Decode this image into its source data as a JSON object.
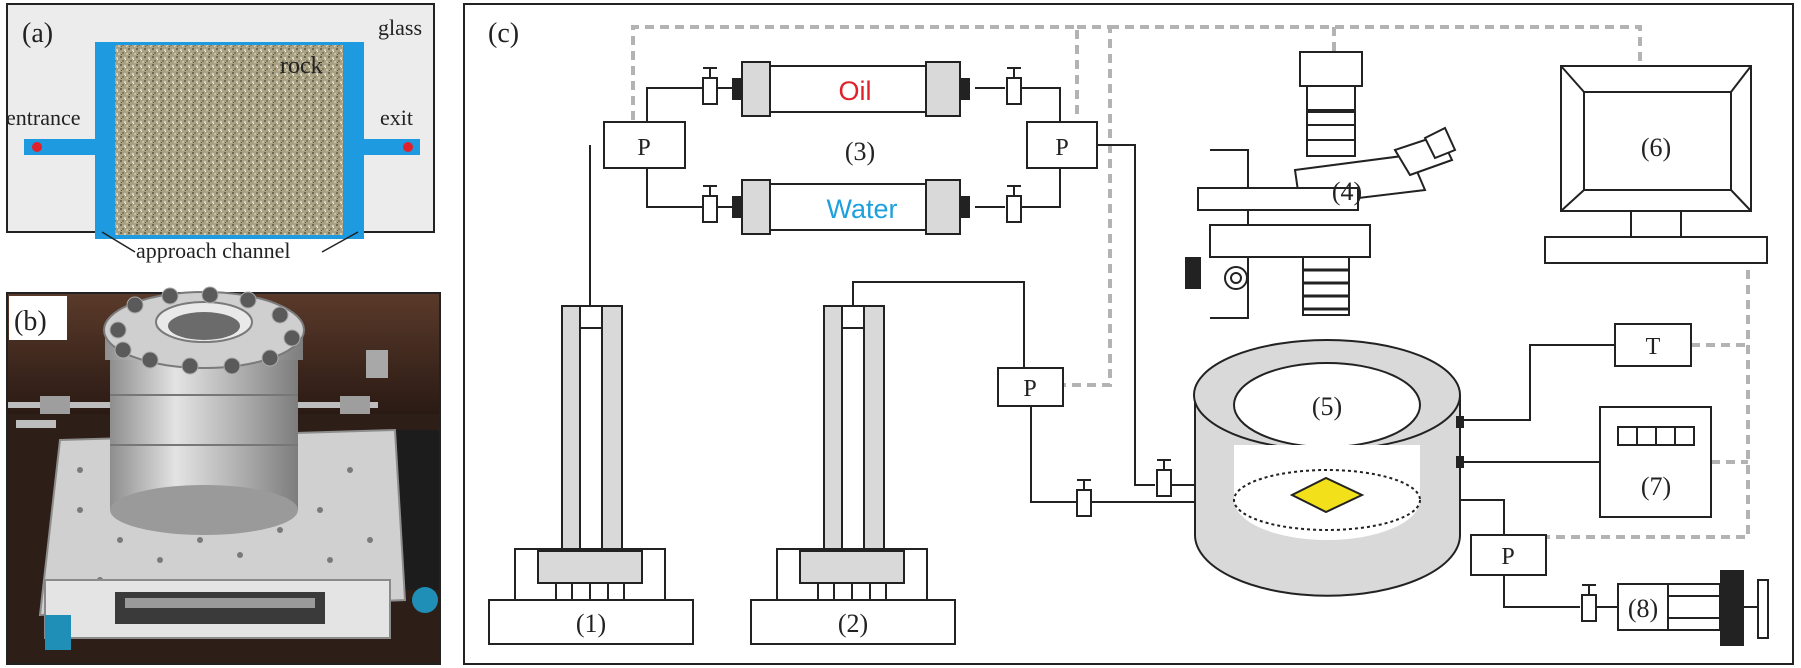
{
  "panel_a": {
    "tag": "(a)",
    "glass": "glass",
    "rock": "rock",
    "entrance": "entrance",
    "exit": "exit",
    "approach": "approach channel",
    "colors": {
      "channel": "#1e9be0",
      "dot": "#e0202a",
      "background": "#ececec",
      "rock": "#a89f80"
    }
  },
  "panel_b": {
    "tag": "(b)"
  },
  "panel_c": {
    "tag": "(c)",
    "p_label": "P",
    "t_label": "T",
    "oil": "Oil",
    "water": "Water",
    "labels": {
      "n1": "(1)",
      "n2": "(2)",
      "n3": "(3)",
      "n4": "(4)",
      "n5": "(5)",
      "n6": "(6)",
      "n7": "(7)",
      "n8": "(8)"
    },
    "colors": {
      "oil": "#e0202a",
      "water": "#1ea0dc",
      "sample": "#f2e11a",
      "dashed": "#b3b3b3",
      "fill": "#d9d9d9"
    }
  }
}
